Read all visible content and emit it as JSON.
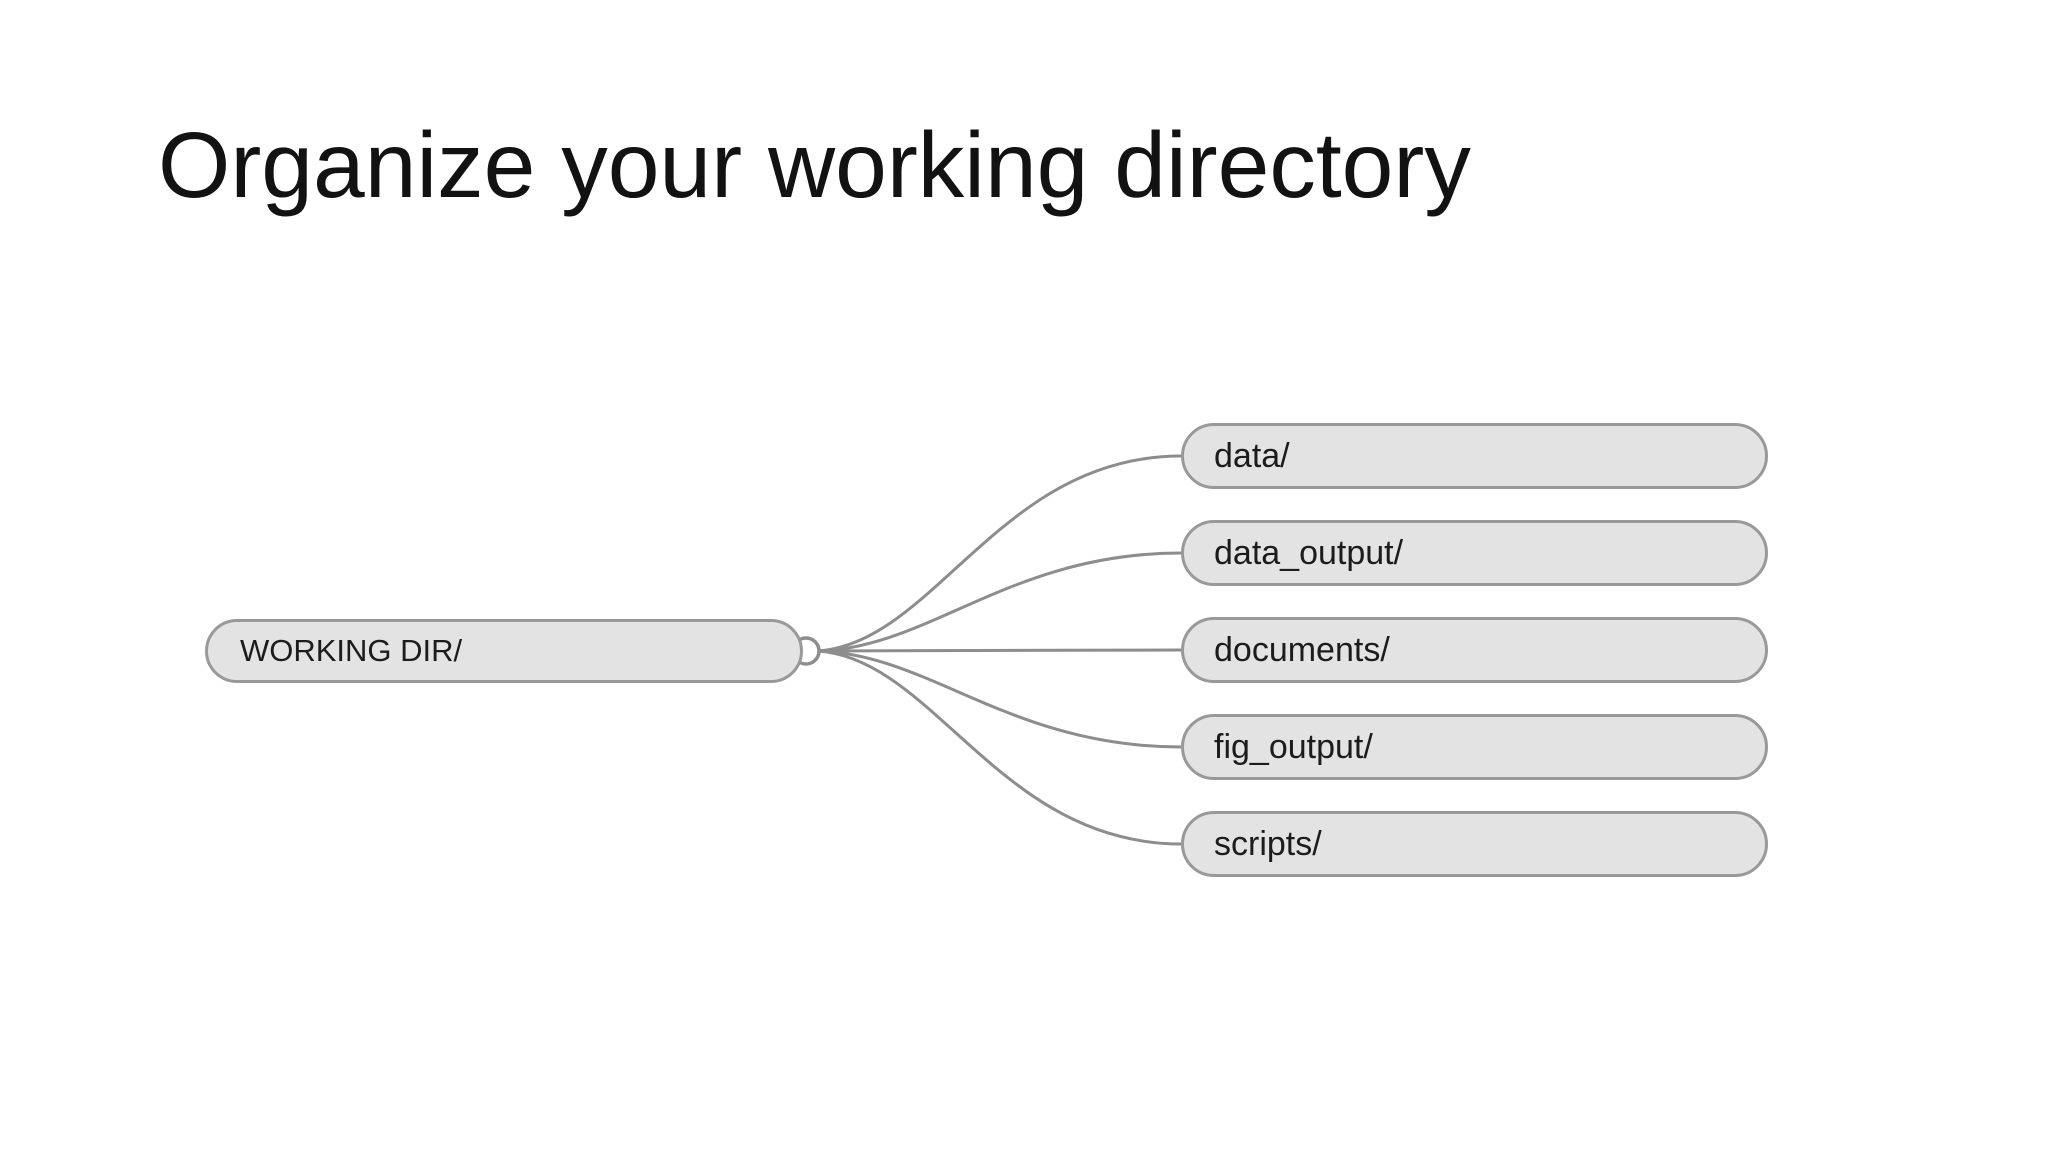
{
  "slide": {
    "title": "Organize your working directory"
  },
  "tree": {
    "root": {
      "label": "WORKING DIR/"
    },
    "children": [
      {
        "label": "data/"
      },
      {
        "label": "data_output/"
      },
      {
        "label": "documents/"
      },
      {
        "label": "fig_output/"
      },
      {
        "label": "scripts/"
      }
    ]
  },
  "colors": {
    "background": "#ffffff",
    "node_fill": "#e3e3e3",
    "node_border": "#999999",
    "connector_line": "#8d8d8d",
    "connector_circle_fill": "#ffffff",
    "node_text": "#1c1c1c",
    "title_text": "#121212"
  }
}
